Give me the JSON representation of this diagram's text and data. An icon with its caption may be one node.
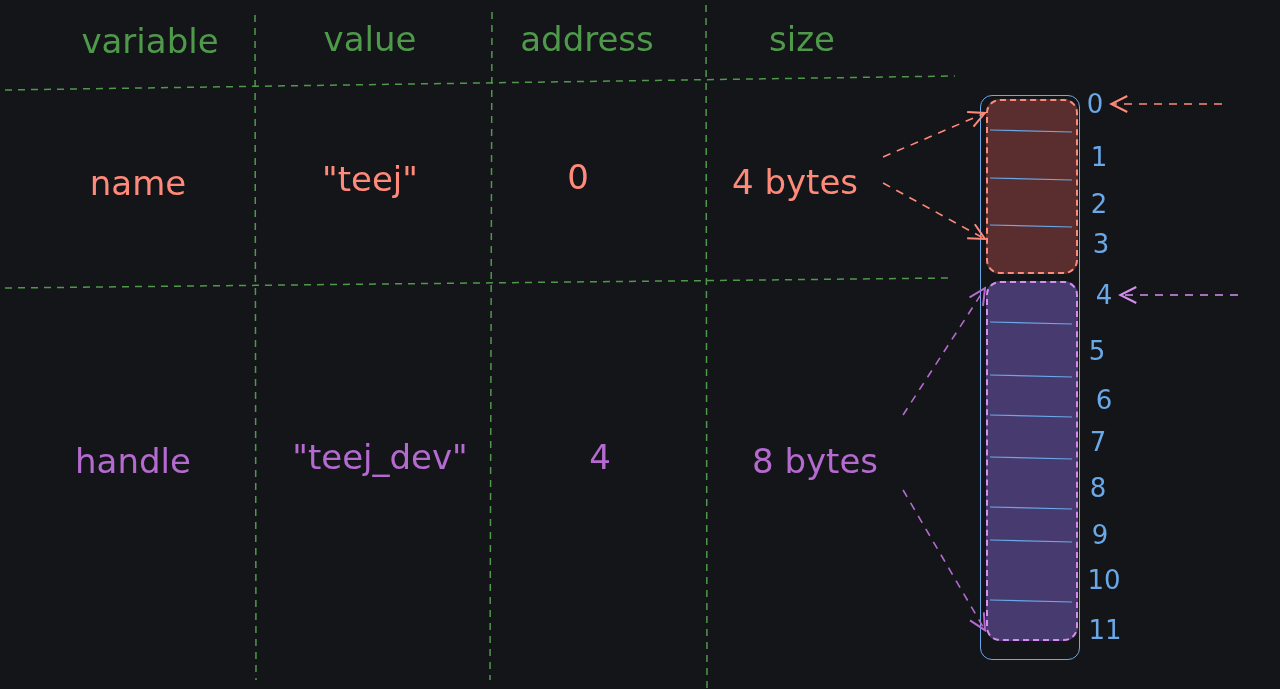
{
  "diagram": {
    "nodes": [
      {
        "text": [],
        "shape": "box"
      },
      {
        "text": [],
        "shape": "box",
        "in": 0
      },
      {
        "text": [],
        "shape": "box",
        "in": 0
      },
      {
        "text": [
          "4 bytes"
        ]
      },
      {
        "text": [
          "8 bytes"
        ]
      },
      {
        "text": [
          "0"
        ]
      },
      {
        "text": [
          "4"
        ]
      }
    ],
    "edges": [
      {
        "from": 3,
        "to": 1,
        "arrow": "to",
        "style": "dashed",
        "color": "#ff8a7a"
      },
      {
        "from": 3,
        "to": 1,
        "arrow": "to",
        "style": "dashed",
        "color": "#ff8a7a"
      },
      {
        "from": 4,
        "to": 2,
        "arrow": "to",
        "style": "dashed",
        "color": "#b56ad0"
      },
      {
        "from": 4,
        "to": 2,
        "arrow": "to",
        "style": "dashed",
        "color": "#b56ad0"
      },
      {
        "from": null,
        "to": 5,
        "arrow": "to",
        "style": "dashed",
        "color": "#ff8a7a"
      },
      {
        "from": null,
        "to": 6,
        "arrow": "to",
        "style": "dashed",
        "color": "#d88ef0"
      }
    ],
    "labels": [
      "variable",
      "value",
      "address",
      "size",
      "name",
      "\"teej\"",
      "0",
      "handle",
      "\"teej_dev\"",
      "4",
      "1",
      "2",
      "3",
      "5",
      "6",
      "7",
      "8",
      "9",
      "10",
      "11"
    ]
  }
}
